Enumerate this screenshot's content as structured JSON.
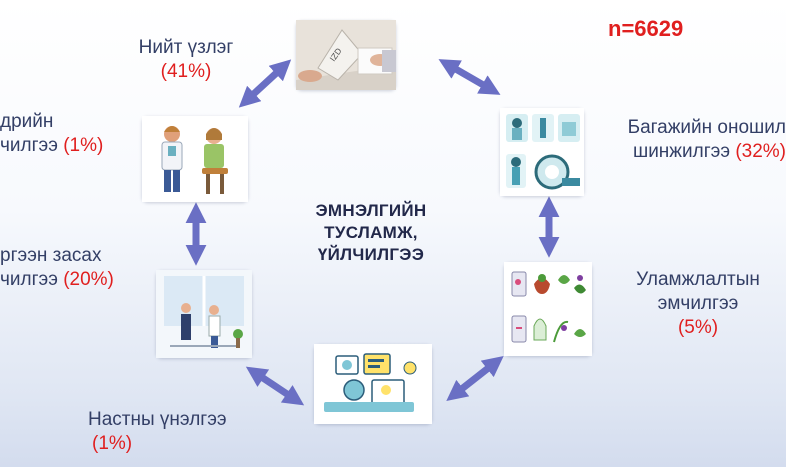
{
  "sample_size": "n=6629",
  "center_title": [
    "ЭМНЭЛГИЙН",
    "ТУСЛАМЖ,",
    "ҮЙЛЧИЛГЭЭ"
  ],
  "nodes": {
    "general_exam": {
      "line1": "Нийт үзлэг",
      "pct": "(41%)"
    },
    "instrumental_diag": {
      "line1": "Багажийн оношил",
      "line2": "шинжилгээ",
      "pct": "(32%)"
    },
    "traditional_med": {
      "line1": "Уламжлалтын",
      "line2": "эмчилгээ",
      "pct": "(5%)"
    },
    "inpatient_assessment": {
      "line1": "Настны үнэлгээ",
      "pct": "(1%)"
    },
    "rehabilitation": {
      "line1": "ргээн засах",
      "line2": "чилгээ",
      "pct": "(20%)"
    },
    "specialist_service": {
      "line1": "дрийн",
      "line2": "чилгээ",
      "pct": "(1%)"
    }
  },
  "colors": {
    "arrow": "#6a6fc4",
    "percent": "#e01f1f",
    "label": "#333f66"
  }
}
